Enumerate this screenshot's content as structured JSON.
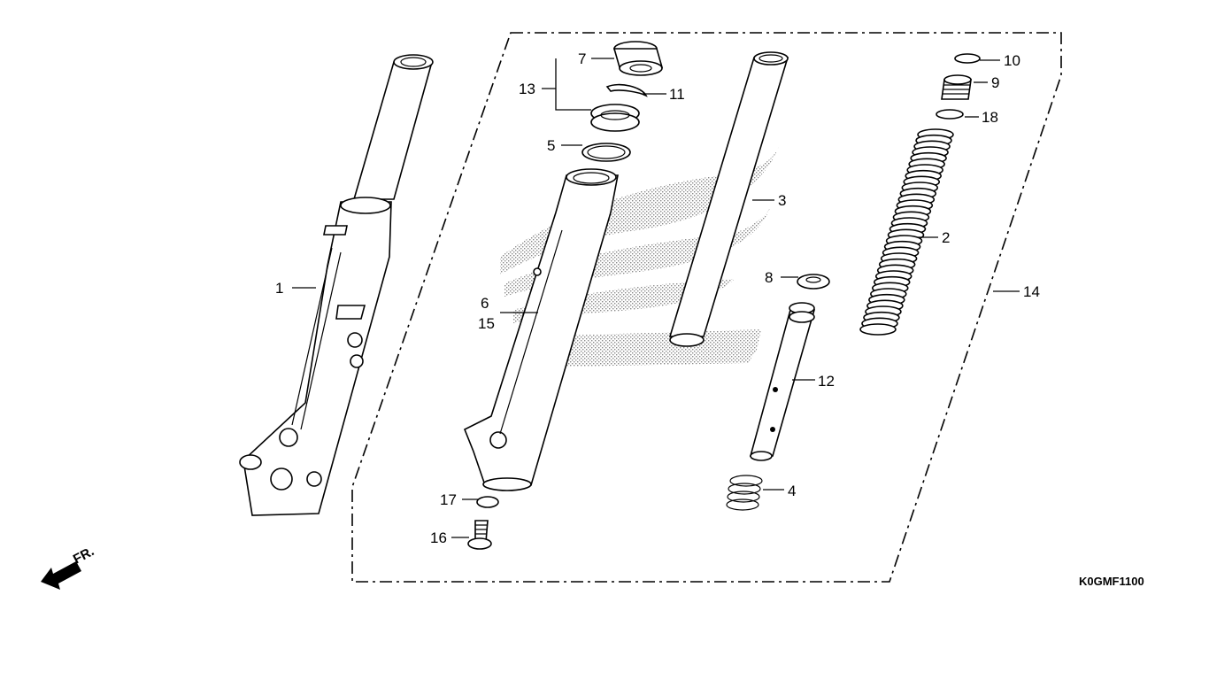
{
  "diagram": {
    "drawing_code": "K0GMF1100",
    "front_indicator": "FR.",
    "callouts": [
      {
        "id": "1",
        "label": "1"
      },
      {
        "id": "2",
        "label": "2"
      },
      {
        "id": "3",
        "label": "3"
      },
      {
        "id": "4",
        "label": "4"
      },
      {
        "id": "5",
        "label": "5"
      },
      {
        "id": "6",
        "label": "6"
      },
      {
        "id": "7",
        "label": "7"
      },
      {
        "id": "8",
        "label": "8"
      },
      {
        "id": "9",
        "label": "9"
      },
      {
        "id": "10",
        "label": "10"
      },
      {
        "id": "11",
        "label": "11"
      },
      {
        "id": "12",
        "label": "12"
      },
      {
        "id": "13",
        "label": "13"
      },
      {
        "id": "14",
        "label": "14"
      },
      {
        "id": "15",
        "label": "15"
      },
      {
        "id": "16",
        "label": "16"
      },
      {
        "id": "17",
        "label": "17"
      },
      {
        "id": "18",
        "label": "18"
      }
    ]
  }
}
